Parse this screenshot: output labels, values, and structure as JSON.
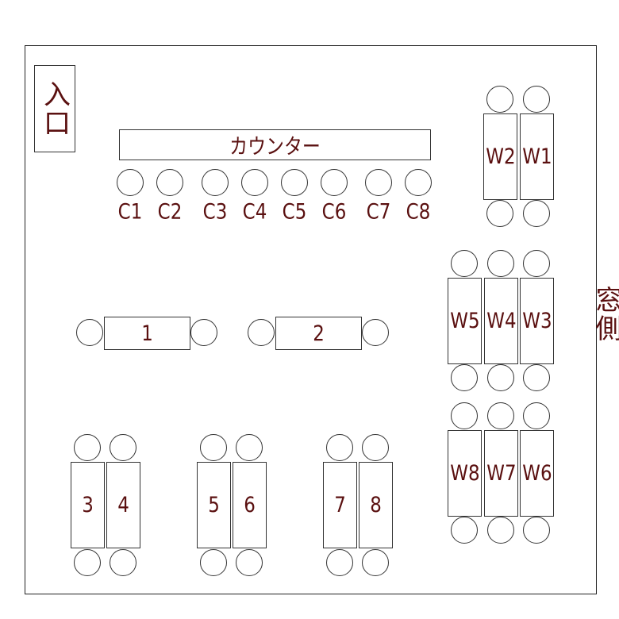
{
  "entrance_label": "入口",
  "window_label": "窓側",
  "counter": {
    "label": "カウンター",
    "seats": [
      "C1",
      "C2",
      "C3",
      "C4",
      "C5",
      "C6",
      "C7",
      "C8"
    ]
  },
  "window_tables": [
    "W1",
    "W2",
    "W3",
    "W4",
    "W5",
    "W6",
    "W7",
    "W8"
  ],
  "tables": [
    "1",
    "2",
    "3",
    "4",
    "5",
    "6",
    "7",
    "8"
  ],
  "colors": {
    "text": "#5a1010",
    "line": "#333333"
  }
}
